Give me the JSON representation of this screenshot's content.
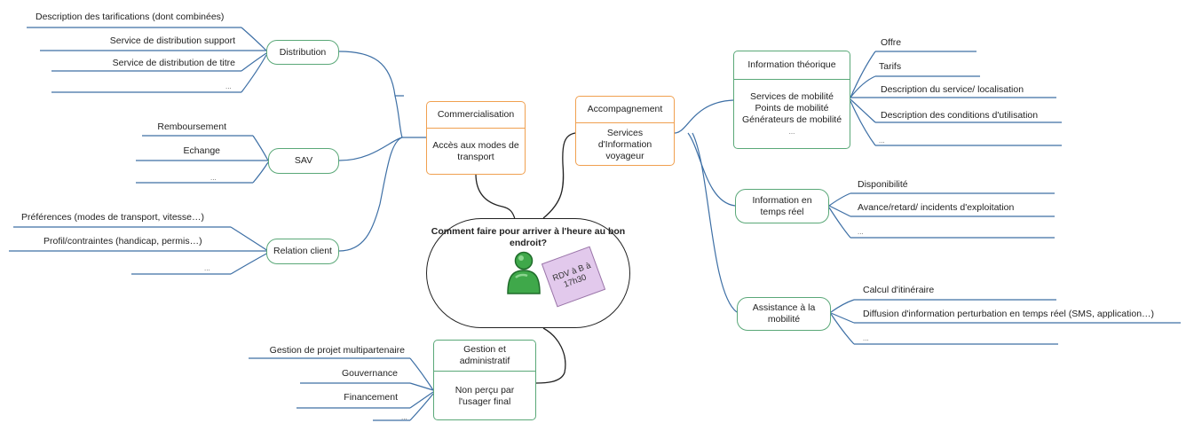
{
  "center": {
    "title": "Comment faire pour arriver à l'heure au bon endroit?",
    "note": "RDV à B à 17h30"
  },
  "commercialisation": {
    "title": "Commercialisation",
    "body": "Accès aux modes de transport"
  },
  "accompagnement": {
    "title": "Accompagnement",
    "body": "Services d'Information voyageur"
  },
  "gestion": {
    "title": "Gestion et administratif",
    "body": "Non perçu par l'usager final"
  },
  "distribution": {
    "label": "Distribution",
    "items": [
      "Description des tarifications (dont combinées)",
      "Service de distribution support",
      "Service de distribution de titre",
      "..."
    ]
  },
  "sav": {
    "label": "SAV",
    "items": [
      "Remboursement",
      "Echange",
      "..."
    ]
  },
  "relation_client": {
    "label": "Relation client",
    "items": [
      "Préférences (modes de transport, vitesse…)",
      "Profil/contraintes (handicap, permis…)",
      "..."
    ]
  },
  "gestion_items": [
    "Gestion de projet multipartenaire",
    "Gouvernance",
    "Financement",
    "..."
  ],
  "info_theorique": {
    "title": "Information théorique",
    "body": [
      "Services de mobilité",
      "Points de mobilité",
      "Générateurs de mobilité",
      "..."
    ],
    "items": [
      "Offre",
      "Tarifs",
      "Description du service/ localisation",
      "Description des conditions d'utilisation",
      "..."
    ]
  },
  "info_temps_reel": {
    "label": "Information en temps réel",
    "items": [
      "Disponibilité",
      "Avance/retard/ incidents d'exploitation",
      "..."
    ]
  },
  "assistance": {
    "label": "Assistance à la mobilité",
    "items": [
      "Calcul d'itinéraire",
      "Diffusion d'information perturbation en temps réel (SMS, application…)",
      "..."
    ]
  },
  "colors": {
    "orange": "#f0a050",
    "green": "#5aa878",
    "line_blue": "#3d6fa5",
    "note": "#e2c9ec"
  }
}
